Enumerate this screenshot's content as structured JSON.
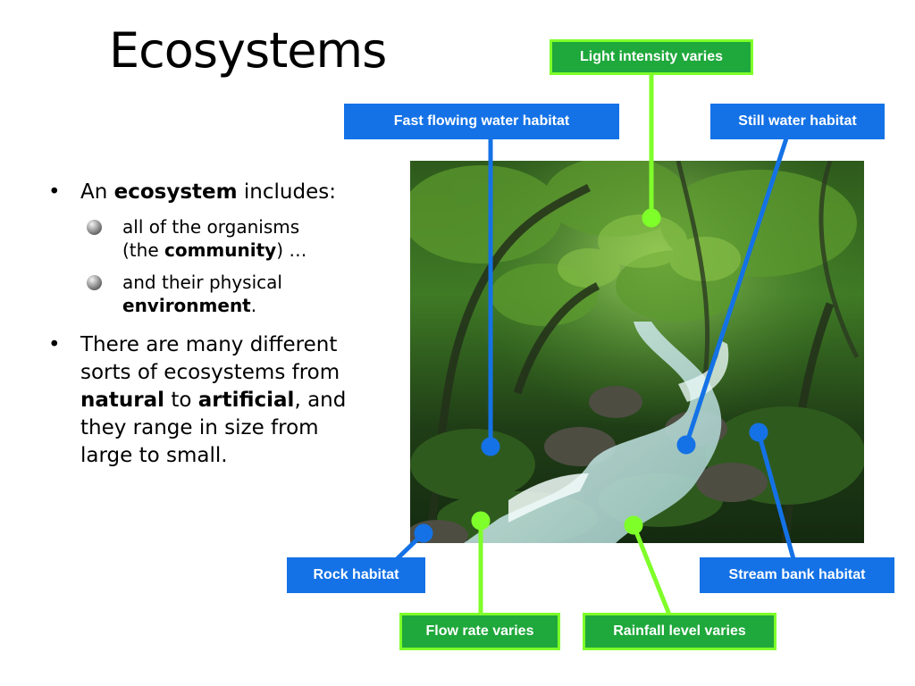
{
  "slide": {
    "title": "Ecosystems",
    "bullets": {
      "b1_pre": "An ",
      "b1_bold": "ecosystem",
      "b1_post": " includes:",
      "sub1_line1": "all of the organisms",
      "sub1_pre": "(the ",
      "sub1_bold": "community",
      "sub1_post": ") …",
      "sub2_line1": "and their physical",
      "sub2_bold": "environment",
      "sub2_post": ".",
      "b2_line1": "There are many different sorts of ecosystems from ",
      "b2_bold1": "natural",
      "b2_mid": " to ",
      "b2_bold2": "artificial",
      "b2_post": ", and they range in size from large to small."
    }
  },
  "labels": {
    "light": "Light intensity varies",
    "fast": "Fast flowing water habitat",
    "still": "Still water habitat",
    "rock": "Rock habitat",
    "bank": "Stream bank habitat",
    "flow": "Flow rate varies",
    "rain": "Rainfall level varies"
  },
  "colors": {
    "blue_label": "#1472e6",
    "green_label": "#1fa83b",
    "green_line": "#7fff2a",
    "blue_line": "#1472e6"
  },
  "image": {
    "subject": "forest stream photo"
  }
}
